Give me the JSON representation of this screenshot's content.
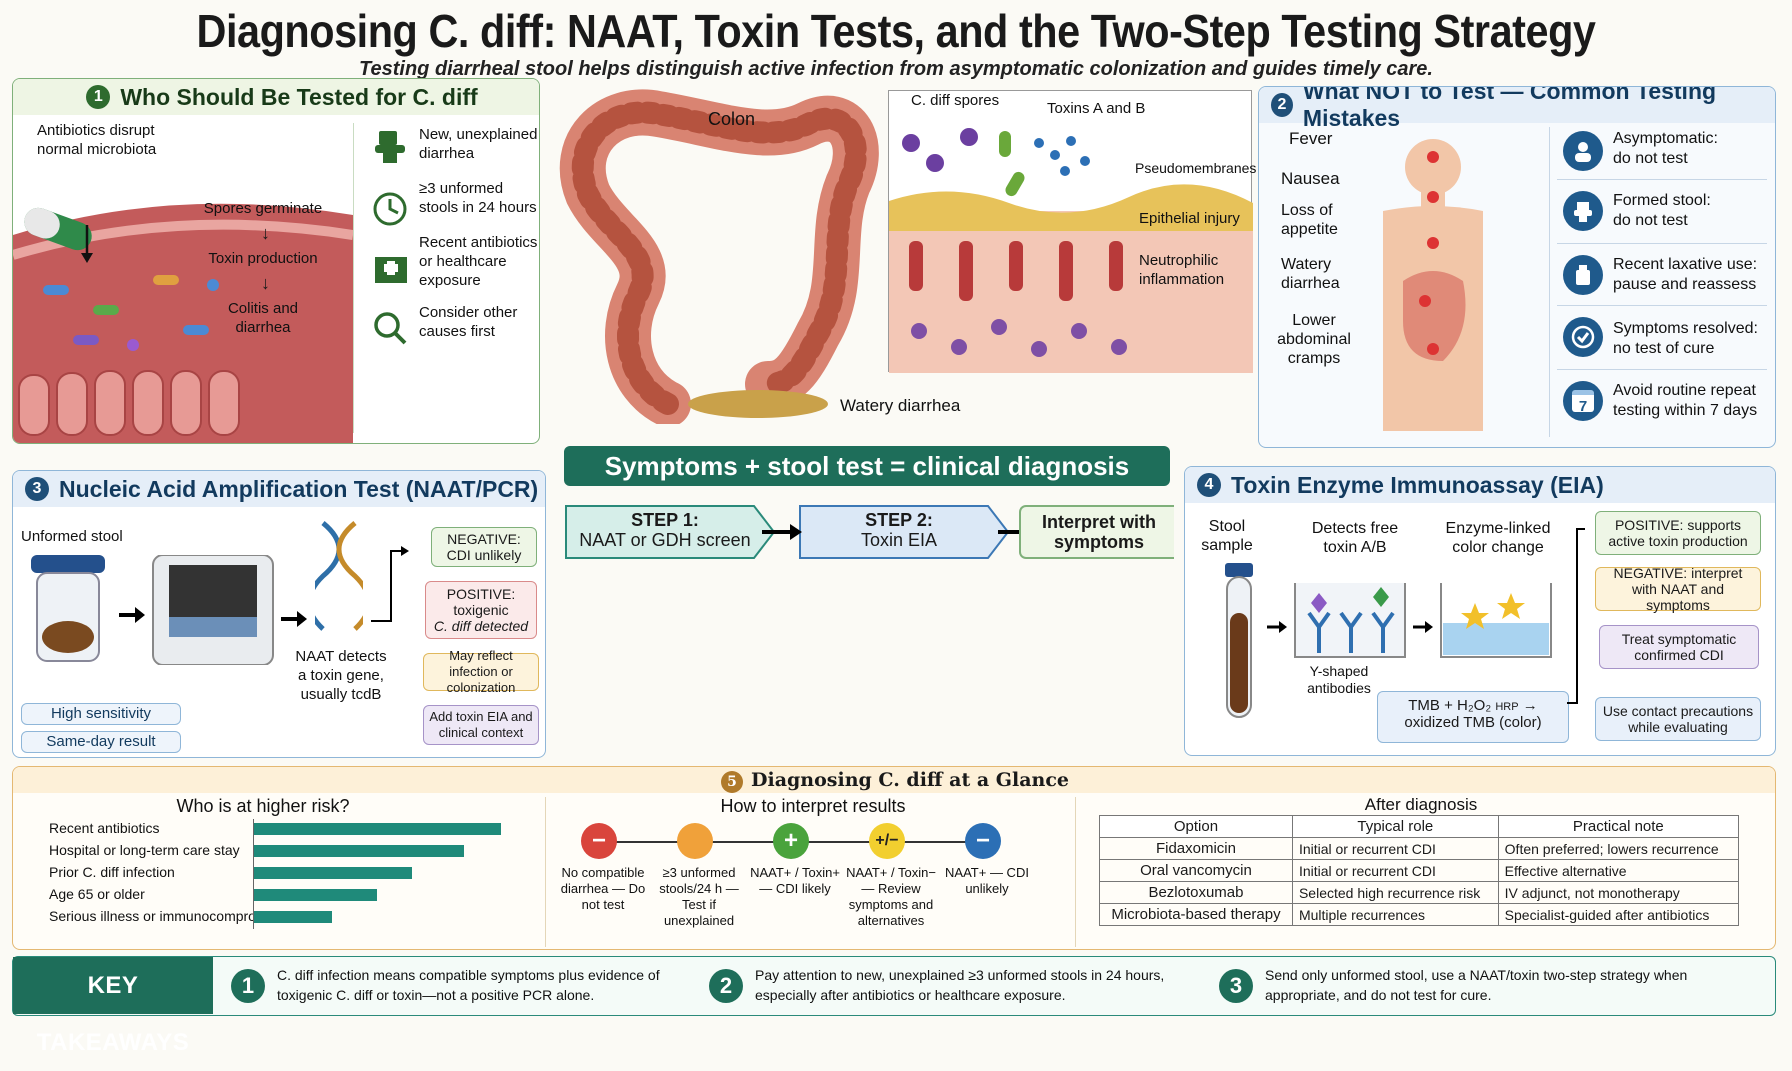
{
  "title": "Diagnosing C. diff: NAAT, Toxin Tests, and the Two-Step Testing Strategy",
  "subtitle": "Testing diarrheal stool helps distinguish active infection from asymptomatic colonization and guides timely care.",
  "p1": {
    "num": "1",
    "title": "Who Should Be Tested for C. diff",
    "abx": "Antibiotics disrupt normal microbiota",
    "flow": [
      "Spores germinate",
      "Toxin production",
      "Colitis and diarrhea"
    ],
    "items": [
      "New, unexplained diarrhea",
      "≥3 unformed stools in 24 hours",
      "Recent antibiotics or healthcare exposure",
      "Consider other causes first"
    ],
    "icons": [
      "toilet-icon",
      "clock-icon",
      "hospital-icon",
      "magnifier-icon"
    ]
  },
  "colon": {
    "colon": "Colon",
    "spores": "C. diff spores",
    "toxins": "Toxins A and B",
    "pseudo": "Pseudomembranes",
    "epi": "Epithelial injury",
    "neutro": "Neutrophilic inflammation",
    "watery": "Watery diarrhea"
  },
  "p2": {
    "num": "2",
    "title": "What NOT to Test — Common Testing Mistakes",
    "symptoms": [
      "Fever",
      "Nausea",
      "Loss of appetite",
      "Watery diarrhea",
      "Lower abdominal cramps"
    ],
    "items": [
      {
        "a": "Asymptomatic:",
        "b": "do not test"
      },
      {
        "a": "Formed stool:",
        "b": "do not test"
      },
      {
        "a": "Recent laxative use:",
        "b": "pause and reassess"
      },
      {
        "a": "Symptoms resolved:",
        "b": "no test of cure"
      },
      {
        "a": "Avoid routine repeat",
        "b": "testing within 7 days"
      }
    ],
    "calendar_day": "7"
  },
  "center": {
    "banner": "Symptoms + stool test = clinical diagnosis",
    "step1a": "STEP 1:",
    "step1b": "NAAT or GDH screen",
    "step2a": "STEP 2:",
    "step2b": "Toxin EIA",
    "step3": "Interpret with symptoms"
  },
  "p3": {
    "num": "3",
    "title": "Nucleic Acid Amplification Test (NAAT/PCR)",
    "stool": "Unformed stool",
    "detects": "NAAT detects a toxin gene, usually tcdB",
    "neg1": "NEGATIVE:",
    "neg2": "CDI unlikely",
    "pos1": "POSITIVE:",
    "pos2": "toxigenic",
    "pos3": "C. diff detected",
    "may": "May reflect infection or colonization",
    "add": "Add toxin EIA and clinical context",
    "sens": "High sensitivity",
    "same": "Same-day result"
  },
  "p4": {
    "num": "4",
    "title": "Toxin Enzyme Immunoassay (EIA)",
    "stool": "Stool sample",
    "free": "Detects free toxin A/B",
    "enzyme": "Enzyme-linked color change",
    "yab": "Y-shaped antibodies",
    "tmb": "TMB + H₂O₂",
    "hrp": "HRP",
    "ox": "oxidized TMB (color)",
    "pos": "POSITIVE: supports active toxin production",
    "neg": "NEGATIVE: interpret with NAAT and symptoms",
    "treat": "Treat symptomatic confirmed CDI",
    "contact": "Use contact precautions while evaluating"
  },
  "p5": {
    "num": "5",
    "title": "Diagnosing C. diff at a Glance",
    "risk_title": "Who is at higher risk?",
    "interp_title": "How to interpret results",
    "results": [
      {
        "sym": "−",
        "color": "#d9453c",
        "text": "No compatible diarrhea — Do not test"
      },
      {
        "sym": "",
        "color": "#f0a13a",
        "text": "≥3 unformed stools/24 h — Test if unexplained"
      },
      {
        "sym": "+",
        "color": "#4aa33c",
        "text": "NAAT+ / Toxin+ — CDI likely"
      },
      {
        "sym": "+/−",
        "color": "#f2cf2f",
        "text": "NAAT+ / Toxin− — Review symptoms and alternatives"
      },
      {
        "sym": "−",
        "color": "#2c6fb5",
        "text": "NAAT+ — CDI unlikely"
      }
    ],
    "after_title": "After diagnosis",
    "table_head": [
      "Option",
      "Typical role",
      "Practical note"
    ],
    "table_rows": [
      [
        "Fidaxomicin",
        "Initial or recurrent CDI",
        "Often preferred; lowers recurrence"
      ],
      [
        "Oral vancomycin",
        "Initial or recurrent CDI",
        "Effective alternative"
      ],
      [
        "Bezlotoxumab",
        "Selected high recurrence risk",
        "IV adjunct, not monotherapy"
      ],
      [
        "Microbiota-based therapy",
        "Multiple recurrences",
        "Specialist-guided after antibiotics"
      ]
    ]
  },
  "chart_data": {
    "type": "bar",
    "title": "Who is at higher risk?",
    "categories": [
      "Recent antibiotics",
      "Hospital or long-term care stay",
      "Prior C. diff infection",
      "Age 65 or older",
      "Serious illness or immunocompromise"
    ],
    "values": [
      100,
      85,
      64,
      50,
      32
    ],
    "orientation": "horizontal",
    "xlabel": "",
    "ylabel": "",
    "grid": false
  },
  "kt": {
    "label": "KEY TAKEAWAYS",
    "items": [
      {
        "n": "1",
        "text": "C. diff infection means compatible symptoms plus evidence of toxigenic C. diff or toxin—not a positive PCR alone."
      },
      {
        "n": "2",
        "text": "Pay attention to new, unexplained ≥3 unformed stools in 24 hours, especially after antibiotics or healthcare exposure."
      },
      {
        "n": "3",
        "text": "Send only unformed stool, use a NAAT/toxin two-step strategy when appropriate, and do not test for cure."
      }
    ]
  }
}
